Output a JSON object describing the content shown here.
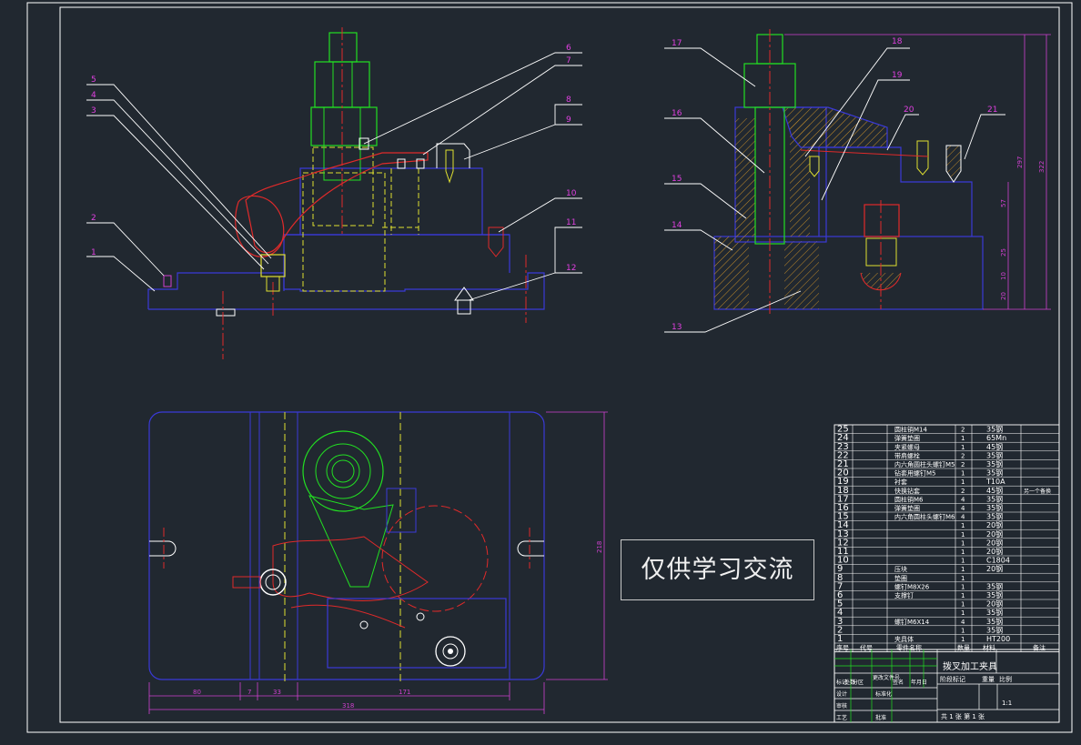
{
  "colors": {
    "background": "#212830",
    "frame": "#ffffff",
    "part_outline": "#3a3ad8",
    "bolt": "#22e022",
    "workpiece": "#e02a2a",
    "centerline": "#e0e030",
    "leader_label": "#e040e0",
    "hatch": "#c08a2a",
    "dimension": "#d040d0"
  },
  "front_view": {
    "callouts": [
      "1",
      "2",
      "3",
      "4",
      "5",
      "6",
      "7",
      "8",
      "9",
      "10",
      "11",
      "12"
    ]
  },
  "side_view": {
    "callouts": [
      "13",
      "14",
      "15",
      "16",
      "17",
      "18",
      "19",
      "20",
      "21"
    ],
    "dimensions": [
      "57",
      "25",
      "10",
      "20",
      "297",
      "322"
    ]
  },
  "plan_view": {
    "dimensions": [
      "80",
      "7",
      "33",
      "171",
      "318",
      "218"
    ]
  },
  "watermark": "仅供学习交流",
  "parts_list": {
    "rows": [
      {
        "no": "25",
        "name": "圆柱销M14",
        "qty": "2",
        "material": "35钢",
        "note": ""
      },
      {
        "no": "24",
        "name": "弹簧垫圈",
        "qty": "1",
        "material": "65Mn",
        "note": ""
      },
      {
        "no": "23",
        "name": "夹紧螺母",
        "qty": "1",
        "material": "45钢",
        "note": ""
      },
      {
        "no": "22",
        "name": "带肩螺栓",
        "qty": "2",
        "material": "35钢",
        "note": ""
      },
      {
        "no": "21",
        "name": "内六角圆柱头螺钉M5",
        "qty": "2",
        "material": "35钢",
        "note": ""
      },
      {
        "no": "20",
        "name": "钻套用螺钉M5",
        "qty": "1",
        "material": "35钢",
        "note": ""
      },
      {
        "no": "19",
        "name": "衬套",
        "qty": "1",
        "material": "T10A",
        "note": ""
      },
      {
        "no": "18",
        "name": "快换钻套",
        "qty": "2",
        "material": "45钢",
        "note": "另一个备换"
      },
      {
        "no": "17",
        "name": "圆柱销M6",
        "qty": "4",
        "material": "35钢",
        "note": ""
      },
      {
        "no": "16",
        "name": "弹簧垫圈",
        "qty": "4",
        "material": "35钢",
        "note": ""
      },
      {
        "no": "15",
        "name": "内六角圆柱头螺钉M6",
        "qty": "4",
        "material": "35钢",
        "note": ""
      },
      {
        "no": "14",
        "name": "",
        "qty": "1",
        "material": "20钢",
        "note": ""
      },
      {
        "no": "13",
        "name": "",
        "qty": "1",
        "material": "20钢",
        "note": ""
      },
      {
        "no": "12",
        "name": "",
        "qty": "1",
        "material": "20钢",
        "note": ""
      },
      {
        "no": "11",
        "name": "",
        "qty": "1",
        "material": "20钢",
        "note": ""
      },
      {
        "no": "10",
        "name": "",
        "qty": "1",
        "material": "C1804",
        "note": ""
      },
      {
        "no": "9",
        "name": "压块",
        "qty": "1",
        "material": "20钢",
        "note": ""
      },
      {
        "no": "8",
        "name": "垫圈",
        "qty": "1",
        "material": "",
        "note": ""
      },
      {
        "no": "7",
        "name": "螺钉M8X26",
        "qty": "1",
        "material": "35钢",
        "note": ""
      },
      {
        "no": "6",
        "name": "支撑钉",
        "qty": "1",
        "material": "35钢",
        "note": ""
      },
      {
        "no": "5",
        "name": "",
        "qty": "1",
        "material": "20钢",
        "note": ""
      },
      {
        "no": "4",
        "name": "",
        "qty": "1",
        "material": "35钢",
        "note": ""
      },
      {
        "no": "3",
        "name": "螺钉M6X14",
        "qty": "4",
        "material": "35钢",
        "note": ""
      },
      {
        "no": "2",
        "name": "",
        "qty": "1",
        "material": "35钢",
        "note": ""
      },
      {
        "no": "1",
        "name": "夹具体",
        "qty": "1",
        "material": "HT200",
        "note": ""
      }
    ],
    "header": [
      "序号",
      "代号",
      "零件名称",
      "数量",
      "材料",
      "备注"
    ]
  },
  "title_block": {
    "title": "拨叉加工夹具",
    "scale_label": "比例",
    "scale": "1:1",
    "weight_label": "重量",
    "stage_label": "阶段标记",
    "sheet_info": "共 1 张  第 1 张",
    "rows_left": [
      "标记",
      "处数",
      "分区",
      "更改文件号",
      "签名",
      "年月日"
    ],
    "roles": [
      "设计",
      "审核",
      "工艺",
      "标准化",
      "批准"
    ]
  }
}
